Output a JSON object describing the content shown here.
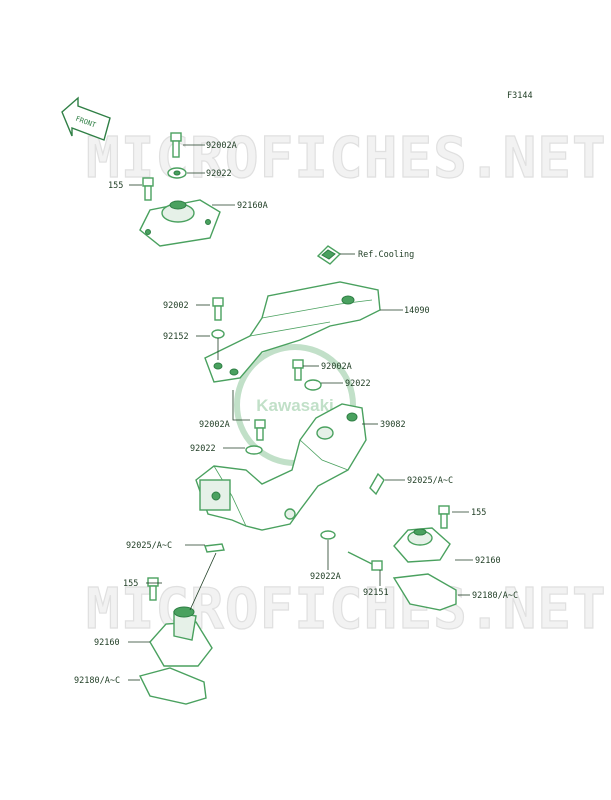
{
  "figure_id": "F3144",
  "front_arrow_label": "FRONT",
  "watermark_text": "MICROFICHES.NET",
  "logo_text": "Kawasaki",
  "colors": {
    "line_art": "#4aa15f",
    "label_text": "#1f3d24",
    "watermark": "#e0e0e0"
  },
  "callouts": [
    {
      "id": "c1",
      "text": "92002A"
    },
    {
      "id": "c2",
      "text": "92022"
    },
    {
      "id": "c3",
      "text": "155"
    },
    {
      "id": "c4",
      "text": "92160A"
    },
    {
      "id": "c5",
      "text": "Ref.Cooling"
    },
    {
      "id": "c6",
      "text": "92002"
    },
    {
      "id": "c7",
      "text": "14090"
    },
    {
      "id": "c8",
      "text": "92152"
    },
    {
      "id": "c9",
      "text": "92002A"
    },
    {
      "id": "c10",
      "text": "92022"
    },
    {
      "id": "c11",
      "text": "92002A"
    },
    {
      "id": "c12",
      "text": "39082"
    },
    {
      "id": "c13",
      "text": "92022"
    },
    {
      "id": "c14",
      "text": "92025/A~C"
    },
    {
      "id": "c15",
      "text": "155"
    },
    {
      "id": "c16",
      "text": "92025/A~C"
    },
    {
      "id": "c17",
      "text": "92160"
    },
    {
      "id": "c18",
      "text": "92022A"
    },
    {
      "id": "c19",
      "text": "92151"
    },
    {
      "id": "c20",
      "text": "155"
    },
    {
      "id": "c21",
      "text": "92180/A~C"
    },
    {
      "id": "c22",
      "text": "92160"
    },
    {
      "id": "c23",
      "text": "92180/A~C"
    }
  ]
}
